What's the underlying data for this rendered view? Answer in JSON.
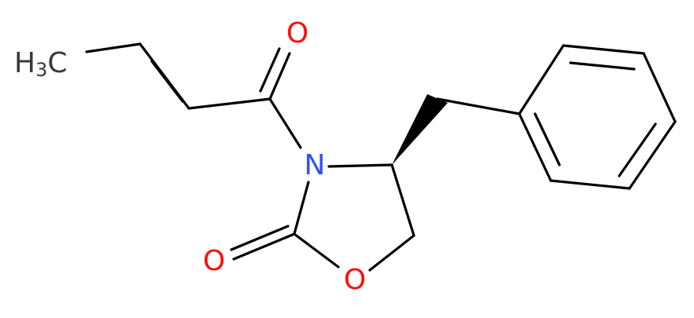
{
  "molecule": {
    "atoms": {
      "methyl": {
        "label_main": "H",
        "label_sub": "3",
        "label_end": "C",
        "color": "#3a3a3a"
      },
      "carbonyl_oxygen_acyl": {
        "label": "O",
        "color": "#ff0d0d"
      },
      "nitrogen": {
        "label": "N",
        "color": "#3050f8"
      },
      "carbonyl_oxygen_ring": {
        "label": "O",
        "color": "#ff0d0d"
      },
      "ring_oxygen": {
        "label": "O",
        "color": "#ff0d0d"
      }
    },
    "colors": {
      "bond": "#000000",
      "carbon_label": "#3a3a3a",
      "oxygen": "#ff0d0d",
      "nitrogen": "#3050f8"
    }
  }
}
